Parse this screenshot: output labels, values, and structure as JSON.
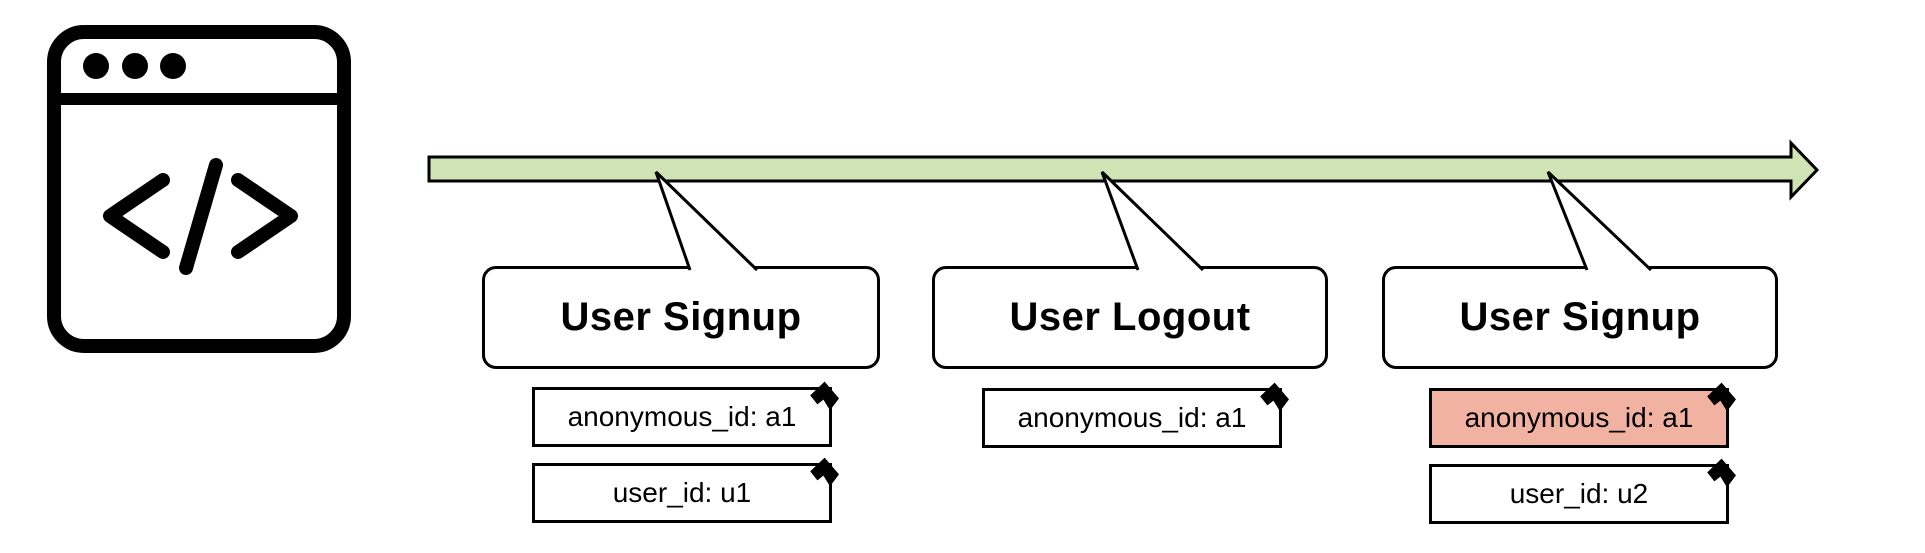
{
  "diagram": {
    "description": "Timeline of tracking events emitted from a website",
    "source_icon": "browser-code-window",
    "timeline": {
      "shape": "arrow-right"
    },
    "events": [
      {
        "title": "User Signup",
        "tags": [
          {
            "text": "anonymous_id: a1",
            "highlight": false
          },
          {
            "text": "user_id: u1",
            "highlight": false
          }
        ]
      },
      {
        "title": "User Logout",
        "tags": [
          {
            "text": "anonymous_id: a1",
            "highlight": false
          }
        ]
      },
      {
        "title": "User Signup",
        "tags": [
          {
            "text": "anonymous_id: a1",
            "highlight": true
          },
          {
            "text": "user_id: u2",
            "highlight": false
          }
        ]
      }
    ],
    "colors": {
      "timeline_fill": "#cfe3b4",
      "highlight_fill": "#f1b2a2",
      "stroke": "#000000",
      "box_fill": "#ffffff"
    }
  }
}
